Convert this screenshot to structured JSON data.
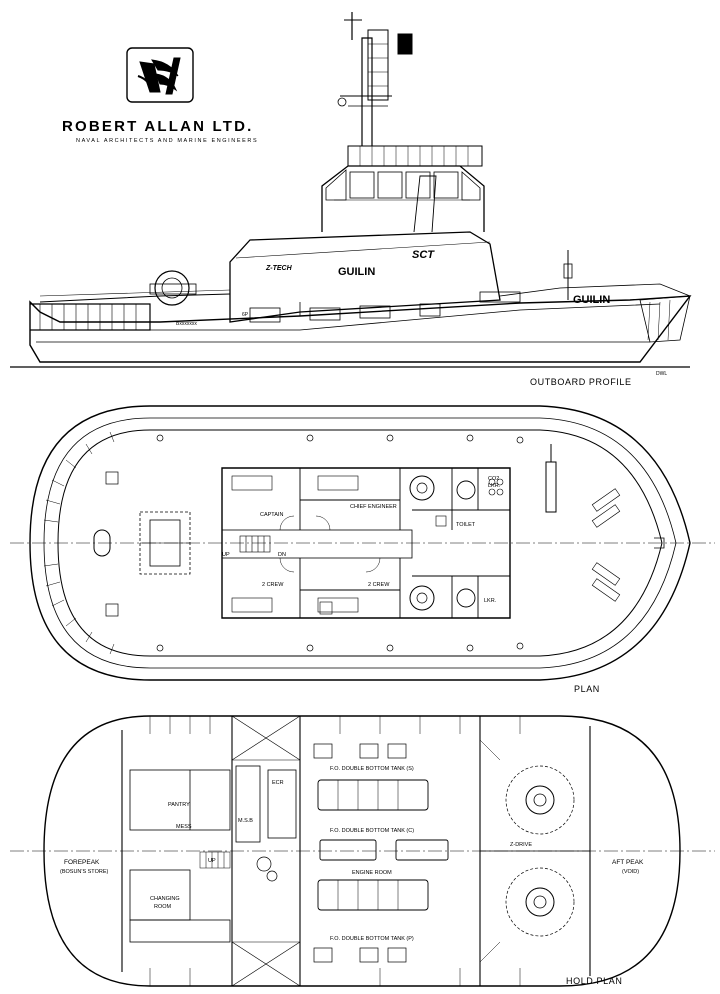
{
  "firm": {
    "name": "ROBERT ALLAN LTD.",
    "tagline": "NAVAL ARCHITECTS AND MARINE ENGINEERS"
  },
  "views": {
    "outboard_profile": "OUTBOARD PROFILE",
    "plan": "PLAN",
    "hold_plan": "HOLD PLAN"
  },
  "profile": {
    "vessel_name_house": "GUILIN",
    "vessel_name_bow": "GUILIN",
    "funnel_mark": "SCT",
    "house_logo": "Z-TECH",
    "draft_mark": "DWL",
    "stern_mark": "Bxxxxxxx",
    "deck_mark": "6P"
  },
  "plan_rooms": {
    "captain": "CAPTAIN",
    "chief_engineer": "CHIEF ENGINEER",
    "co2_locker": "CO2",
    "co2_locker_2": "LKR.",
    "toilet": "TOILET",
    "crew_port": "2 CREW",
    "crew_stbd": "2 CREW",
    "locker": "LKR.",
    "stair_up": "UP",
    "stair_dn": "DN"
  },
  "hold_rooms": {
    "forepeak": "FOREPEAK",
    "forepeak_sub": "(BOSUN'S STORE)",
    "pantry": "PANTRY",
    "mess": "MESS",
    "msb": "M.S.B",
    "ecr": "ECR",
    "up": "UP",
    "changing": "CHANGING",
    "changing_2": "ROOM",
    "fo_tank_s": "F.O. DOUBLE BOTTOM TANK (S)",
    "fo_tank_c": "F.O. DOUBLE BOTTOM TANK (C)",
    "fo_tank_p": "F.O. DOUBLE BOTTOM TANK (P)",
    "engine_room": "ENGINE ROOM",
    "zdrive": "Z-DRIVE",
    "aft_peak": "AFT PEAK",
    "aft_peak_sub": "(VOID)"
  },
  "colors": {
    "ink": "#000000",
    "paper": "#ffffff"
  }
}
